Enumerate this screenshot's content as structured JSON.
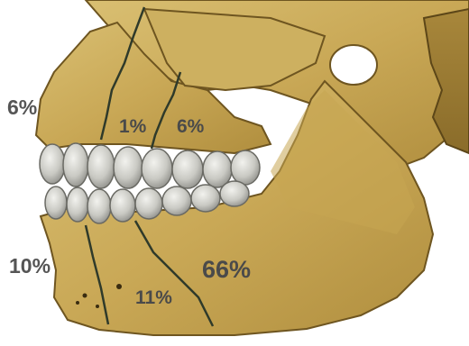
{
  "labels": {
    "upper_left": "6%",
    "upper_mid": "1%",
    "upper_right": "6%",
    "lower_left": "10%",
    "lower_mid": "11%",
    "lower_right": "66%"
  }
}
